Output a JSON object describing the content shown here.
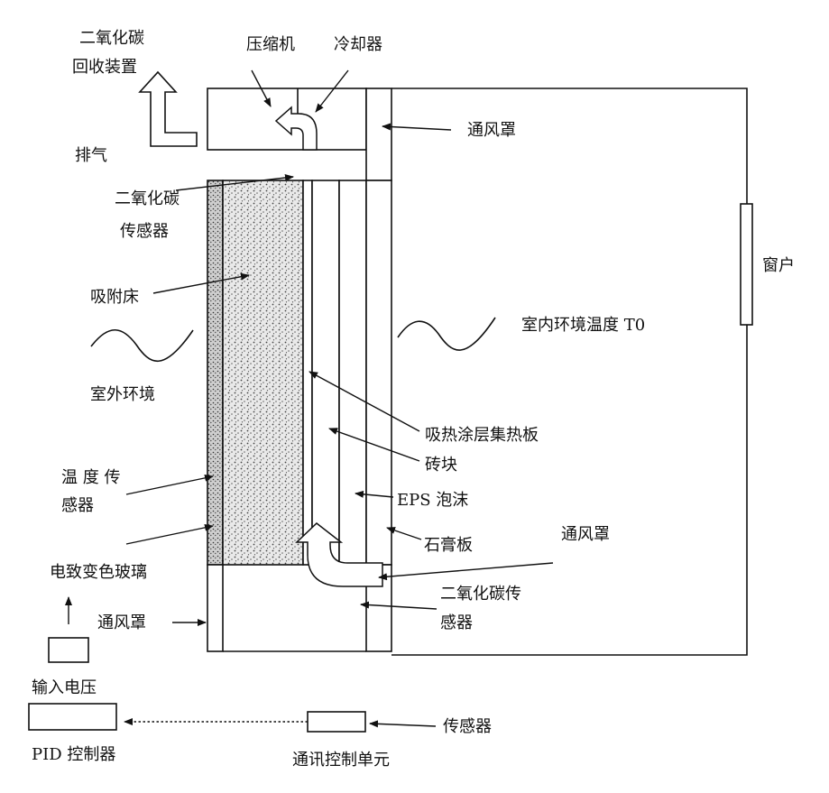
{
  "labels": {
    "co2_recovery_line1": "二氧化碳",
    "co2_recovery_line2": "回收装置",
    "compressor": "压缩机",
    "cooler": "冷却器",
    "exhaust": "排气",
    "vent_hood_top": "通风罩",
    "co2_sensor_top_line1": "二氧化碳",
    "co2_sensor_top_line2": "传感器",
    "window": "窗户",
    "adsorption_bed": "吸附床",
    "indoor_temp": "室内环境温度 T0",
    "outdoor_env": "室外环境",
    "absorber_plate": "吸热涂层集热板",
    "brick": "砖块",
    "temp_sensor_line1": "温 度 传",
    "temp_sensor_line2": "感器",
    "eps_foam": "EPS 泡沫",
    "gypsum_board": "石膏板",
    "vent_hood_right": "通风罩",
    "electrochromic_glass": "电致变色玻璃",
    "co2_sensor_bottom_line1": "二氧化碳传",
    "co2_sensor_bottom_line2": "感器",
    "vent_hood_bottom": "通风罩",
    "input_voltage": "输入电压",
    "sensor": "传感器",
    "pid_controller": "PID 控制器",
    "comm_unit": "通讯控制单元"
  },
  "colors": {
    "line": "#111111",
    "dots": "#555555",
    "bed_fill": "#e6e6e6"
  }
}
